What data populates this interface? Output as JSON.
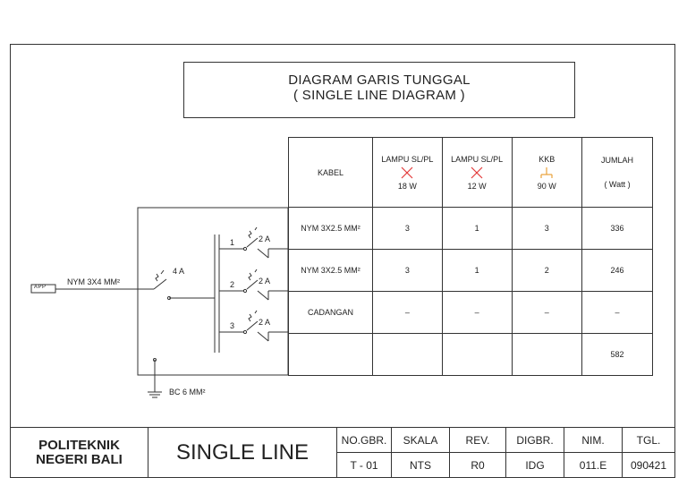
{
  "title": {
    "line1": "DIAGRAM GARIS TUNGGAL",
    "line2": "( SINGLE LINE DIAGRAM )"
  },
  "load_table": {
    "headers": {
      "kabel": "KABEL",
      "lampu1": "LAMPU SL/PL",
      "lampu1_w": "18 W",
      "lampu2": "LAMPU SL/PL",
      "lampu2_w": "12 W",
      "kkb": "KKB",
      "kkb_w": "90 W",
      "jumlah": "JUMLAH",
      "jumlah_unit": "( Watt )"
    },
    "rows": [
      {
        "kabel": "NYM 3X2.5 MM²",
        "l18": "3",
        "l12": "1",
        "kkb": "3",
        "jumlah": "336"
      },
      {
        "kabel": "NYM 3X2.5 MM²",
        "l18": "3",
        "l12": "1",
        "kkb": "2",
        "jumlah": "246"
      },
      {
        "kabel": "CADANGAN",
        "l18": "–",
        "l12": "–",
        "kkb": "–",
        "jumlah": "–"
      },
      {
        "kabel": "",
        "l18": "",
        "l12": "",
        "kkb": "",
        "jumlah": "582"
      }
    ]
  },
  "diagram": {
    "app_label": "APP",
    "main_cable": "NYM 3X4 MM²",
    "main_breaker": "4 A",
    "branch1_no": "1",
    "branch2_no": "2",
    "branch3_no": "3",
    "branch_breaker": "2 A",
    "ground_label": "BC 6 MM²"
  },
  "title_block": {
    "institution_line1": "POLITEKNIK",
    "institution_line2": "NEGERI BALI",
    "drawing_title": "SINGLE LINE",
    "no_gbr_label": "NO.GBR.",
    "no_gbr_value": "T - 01",
    "skala_label": "SKALA",
    "skala_value": "NTS",
    "rev_label": "REV.",
    "rev_value": "R0",
    "digbr_label": "DIGBR.",
    "digbr_value": "IDG",
    "nim_label": "NIM.",
    "nim_value": "011.E",
    "tgl_label": "TGL.",
    "tgl_value": "090421"
  },
  "colors": {
    "line": "#333333",
    "lamp_symbol": "#e23b3b",
    "kkb_symbol": "#e8a13a"
  }
}
